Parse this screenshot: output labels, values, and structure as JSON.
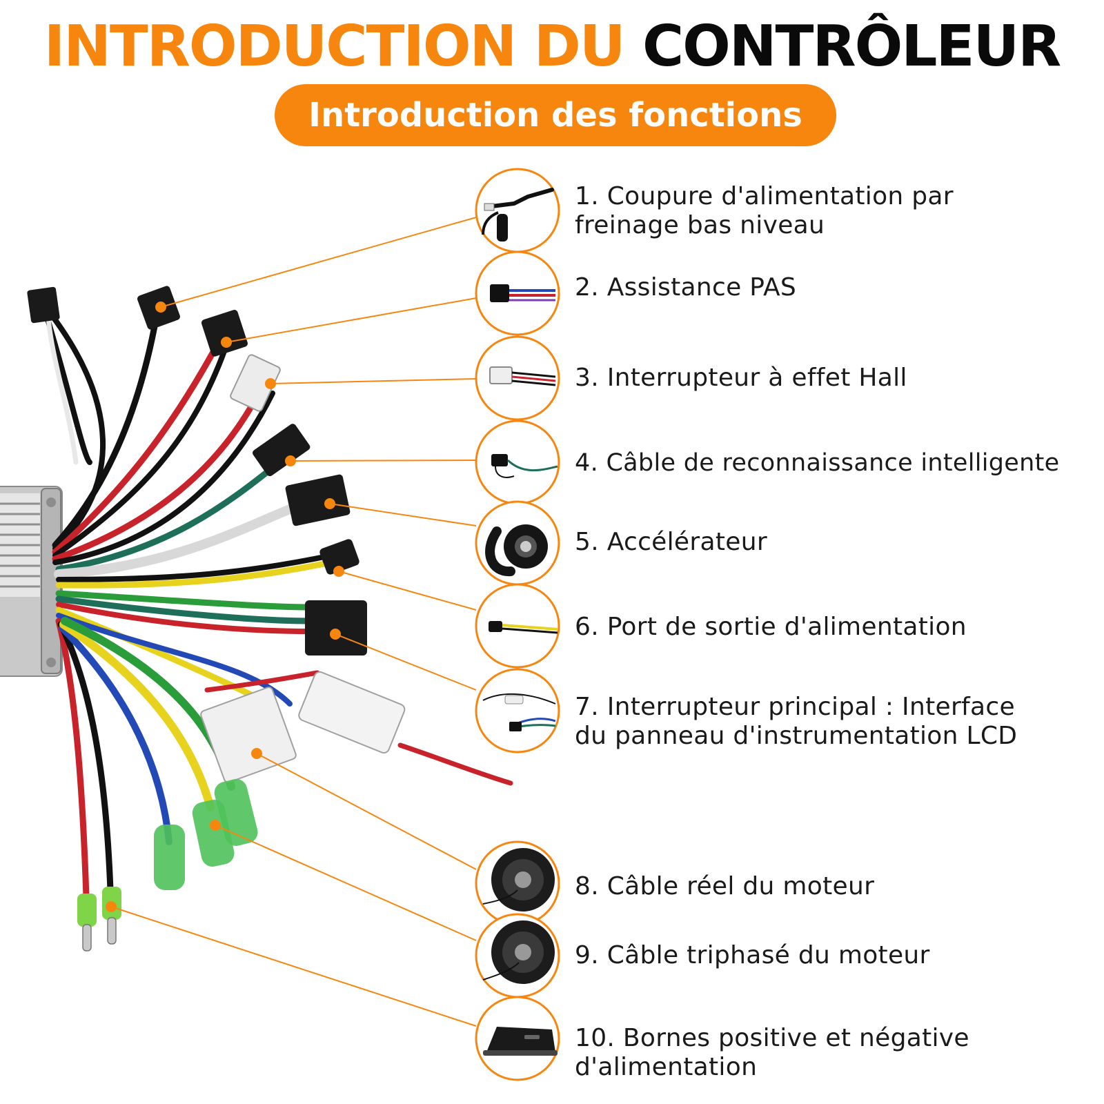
{
  "title": {
    "part1": "INTRODUCTION DU",
    "part2": "CONTRÔLEUR"
  },
  "subtitle": "Introduction des fonctions",
  "accent_color": "#f7860f",
  "features": [
    {
      "number": "1.",
      "text": "Coupure d'alimentation par freinage bas niveau",
      "icon": "brake-lever-icon"
    },
    {
      "number": "2.",
      "text": "Assistance PAS",
      "icon": "pas-connector-icon"
    },
    {
      "number": "3.",
      "text": "Interrupteur à effet Hall",
      "icon": "hall-connector-icon"
    },
    {
      "number": "4.",
      "text": "Câble de reconnaissance intelligente",
      "icon": "smart-cable-icon"
    },
    {
      "number": "5.",
      "text": "Accélérateur",
      "icon": "thumb-throttle-icon"
    },
    {
      "number": "6.",
      "text": "Port de sortie d'alimentation",
      "icon": "power-output-connector-icon"
    },
    {
      "number": "7.",
      "text": "Interrupteur principal : Interface du panneau d'instrumentation LCD",
      "icon": "lcd-interface-cable-icon"
    },
    {
      "number": "8.",
      "text": "Câble réel du moteur",
      "icon": "hub-motor-icon"
    },
    {
      "number": "9.",
      "text": "Câble triphasé du moteur",
      "icon": "hub-motor-icon"
    },
    {
      "number": "10.",
      "text": "Bornes positive et négative d'alimentation",
      "icon": "battery-icon"
    }
  ]
}
